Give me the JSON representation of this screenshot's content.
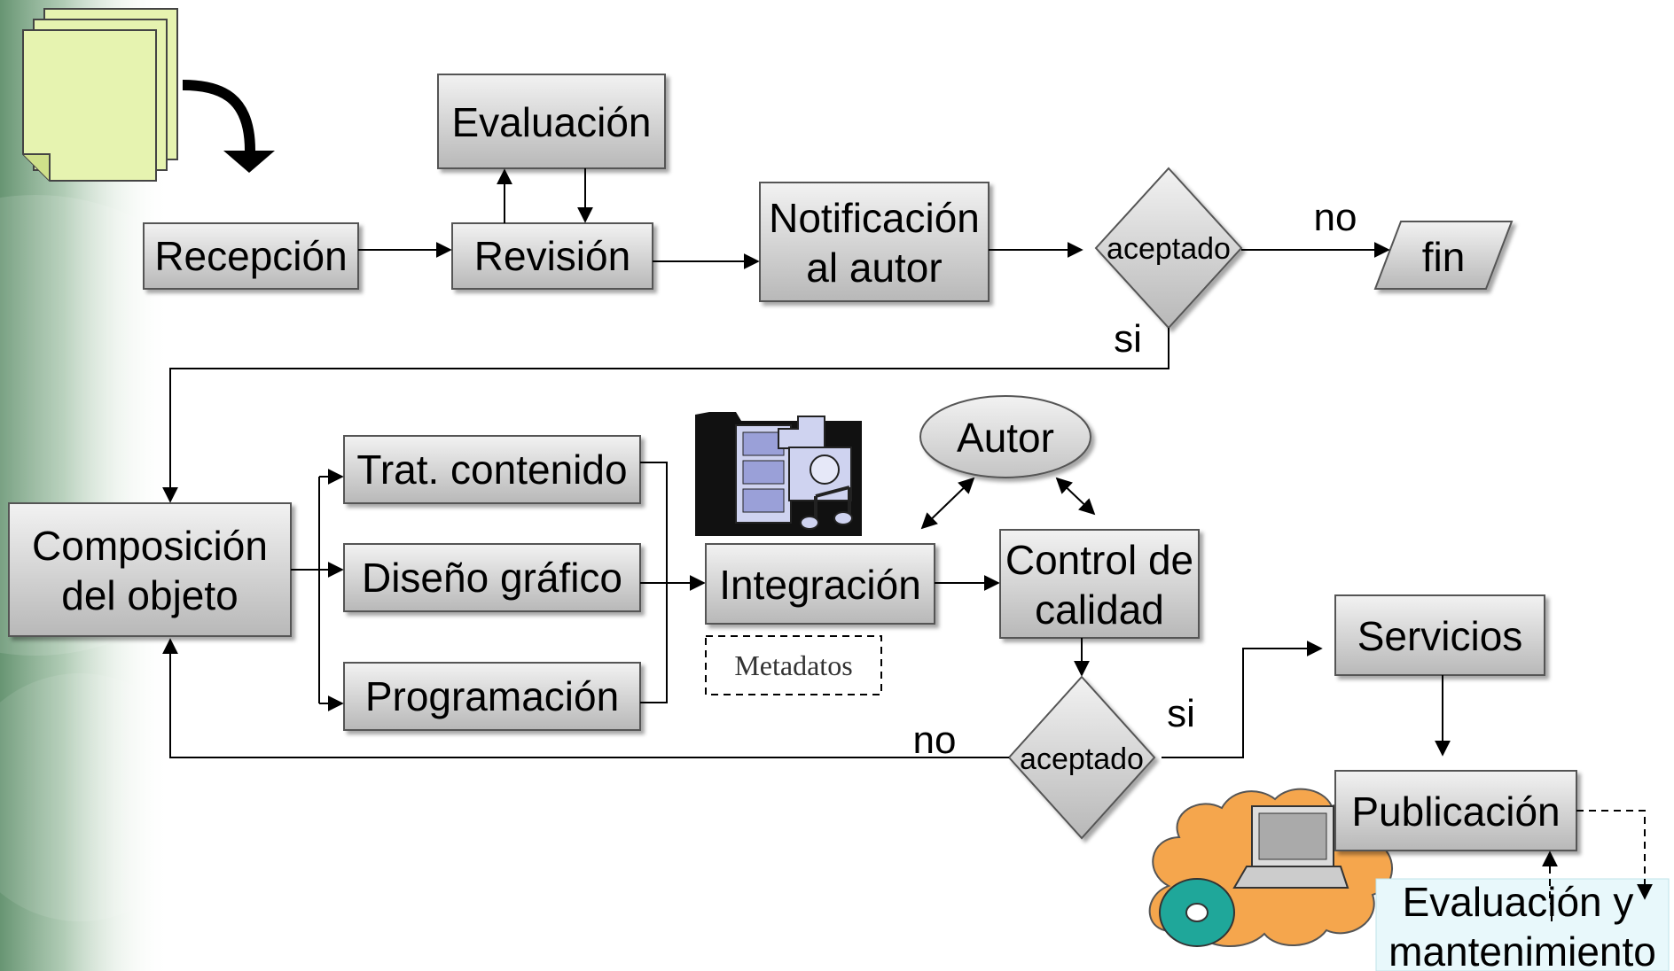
{
  "colors": {
    "box_fill_top": "#eeeeee",
    "box_fill_bottom": "#b9b9b9",
    "background_green": "#7fa889",
    "document_fill": "#e6f3b0",
    "cloud_fill": "#f5a64d",
    "cd_fill": "#1fa79a",
    "eval_box_fill": "#e8f8fb"
  },
  "nodes": {
    "recepcion": "Recepción",
    "revision": "Revisión",
    "evaluacion": "Evaluación",
    "notificacion_line1": "Notificación",
    "notificacion_line2": "al autor",
    "aceptado1": "aceptado",
    "fin": "fin",
    "composicion_line1": "Composición",
    "composicion_line2": "del objeto",
    "trat_contenido": "Trat. contenido",
    "diseno_grafico": "Diseño gráfico",
    "programacion": "Programación",
    "integracion": "Integración",
    "metadatos": "Metadatos",
    "autor": "Autor",
    "control_line1": "Control de",
    "control_line2": "calidad",
    "aceptado2": "aceptado",
    "servicios": "Servicios",
    "publicacion": "Publicación",
    "evaluacion_mant_line1": "Evaluación y",
    "evaluacion_mant_line2": "mantenimiento"
  },
  "edge_labels": {
    "no_1": "no",
    "si_1": "si",
    "no_2": "no",
    "si_2": "si"
  },
  "icons": [
    "document-stack-icon",
    "multimedia-icon",
    "cloud-computer-icon",
    "cd-icon"
  ]
}
